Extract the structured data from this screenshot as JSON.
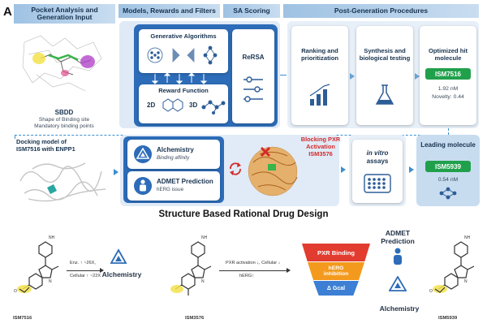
{
  "panel_letter": "A",
  "headers": {
    "pocket": "Pocket Analysis and Generation Input",
    "models": "Models, Rewards and Filters",
    "sa": "SA Scoring",
    "post": "Post-Generation Procedures"
  },
  "pocket": {
    "title": "SBDD",
    "line1": "Shape of Binding site",
    "line2": "Mandatory binding points"
  },
  "models": {
    "gen_title": "Generative Algorithms",
    "reward_title": "Reward Function",
    "label_2d": "2D",
    "label_3d": "3D",
    "rersa": "ReRSA"
  },
  "post": {
    "ranking": "Ranking and prioritization",
    "synthesis": "Synthesis and biological testing",
    "optimized": "Optimized hit molecule",
    "hit_id": "ISM7516",
    "hit_ic50": "1.92 nM",
    "hit_novelty": "Novelty: 0.44"
  },
  "docking": {
    "label": "Docking model of ISM7516 with ENPP1"
  },
  "row2": {
    "alch_title": "Alchemistry",
    "alch_sub": "Binding affinity",
    "admet_title": "ADMET Prediction",
    "admet_sub": "hERG issue",
    "blocking": "Blocking PXR Activation ISM3576",
    "invitro_em": "in vitro",
    "invitro_rest": "assays",
    "leading": "Leading molecule",
    "lead_id": "ISM5939",
    "lead_ic50": "0.54 nM"
  },
  "main_title": "Structure Based Rational Drug Design",
  "bottom": {
    "arrow1_top": "Enz. ↑ ~26X,",
    "arrow1_bottom": "Cellular ↑ ~22X",
    "alchemistry": "Alchemistry",
    "arrow2_top": "PXR activation ↓, Cellular ↓",
    "arrow2_bottom": "hERG↑",
    "funnel": [
      "PXR Binding",
      "hERG inhibition",
      "Δ Gcal"
    ],
    "admet": "ADMET Prediction",
    "alchemistry2": "Alchemistry",
    "mol1": "ISM7516",
    "mol2": "ISM3576",
    "mol3": "ISM5939",
    "nh2": "NH",
    "o": "O",
    "n": "N"
  },
  "colors": {
    "header_blue": "#9fc2e3",
    "card_blue": "#e7eff8",
    "dark_panel": "#2d6cb8",
    "green": "#21a04c",
    "red": "#d42a2a",
    "funnel_red": "#e23b2f",
    "funnel_orange": "#f39a1e",
    "funnel_blue": "#3c7fd4",
    "highlight": "#f3e24c"
  },
  "icons": [
    "flask-icon",
    "chart-icon",
    "well-plate-icon",
    "person-icon",
    "triangle-icon",
    "sliders-icon",
    "cycle-icon",
    "molecule-icon"
  ]
}
